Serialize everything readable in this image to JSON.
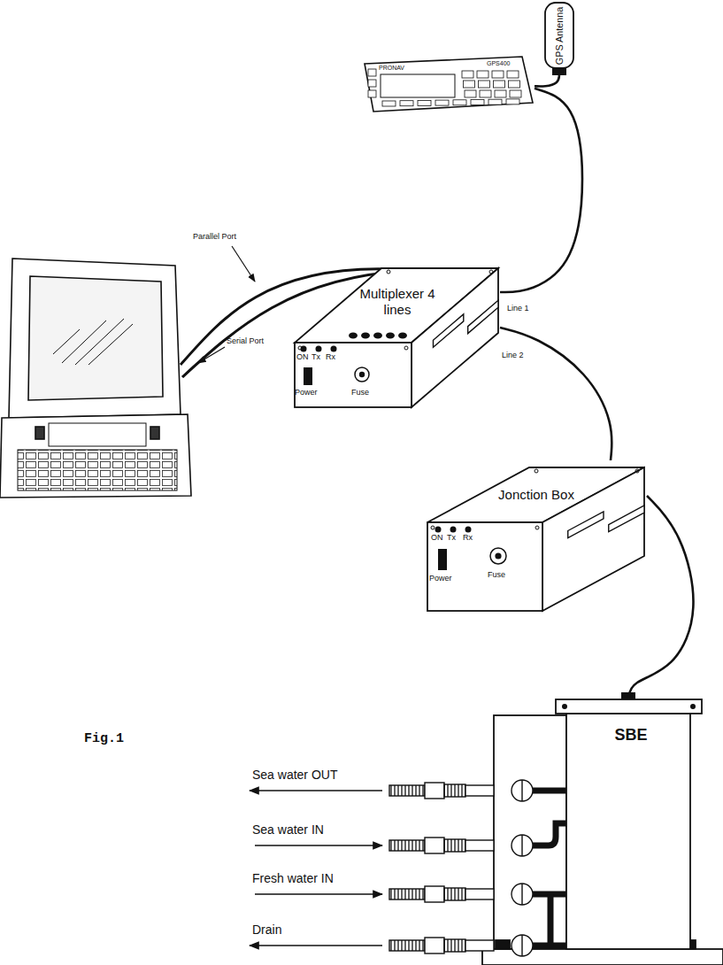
{
  "diagram": {
    "nodes": [
      {
        "text": [
          "GPS Antenna"
        ]
      },
      {
        "text": [
          "PRONAV",
          "GPS400"
        ]
      },
      {
        "text": [
          "Multiplexer 4 lines",
          "ON",
          "Tx",
          "Rx",
          "Power",
          "Fuse"
        ]
      },
      {
        "text": [
          "Jonction Box",
          "ON",
          "Tx",
          "Rx",
          "Power",
          "Fuse"
        ]
      },
      {
        "text": [
          "SBE"
        ]
      }
    ],
    "edges": [
      {
        "from": 0,
        "to": 1,
        "arrow": "none"
      },
      {
        "from": 1,
        "to": 2,
        "label": "Line 1",
        "arrow": "none"
      },
      {
        "from": 2,
        "to": 3,
        "label": "Line 2",
        "arrow": "none"
      },
      {
        "from": 3,
        "to": 4,
        "arrow": "none"
      }
    ],
    "labels": [
      "Parallel Port",
      "Serial Port",
      "Sea water OUT",
      "Sea water IN",
      "Fresh water IN",
      "Drain",
      "Fig.1"
    ]
  }
}
